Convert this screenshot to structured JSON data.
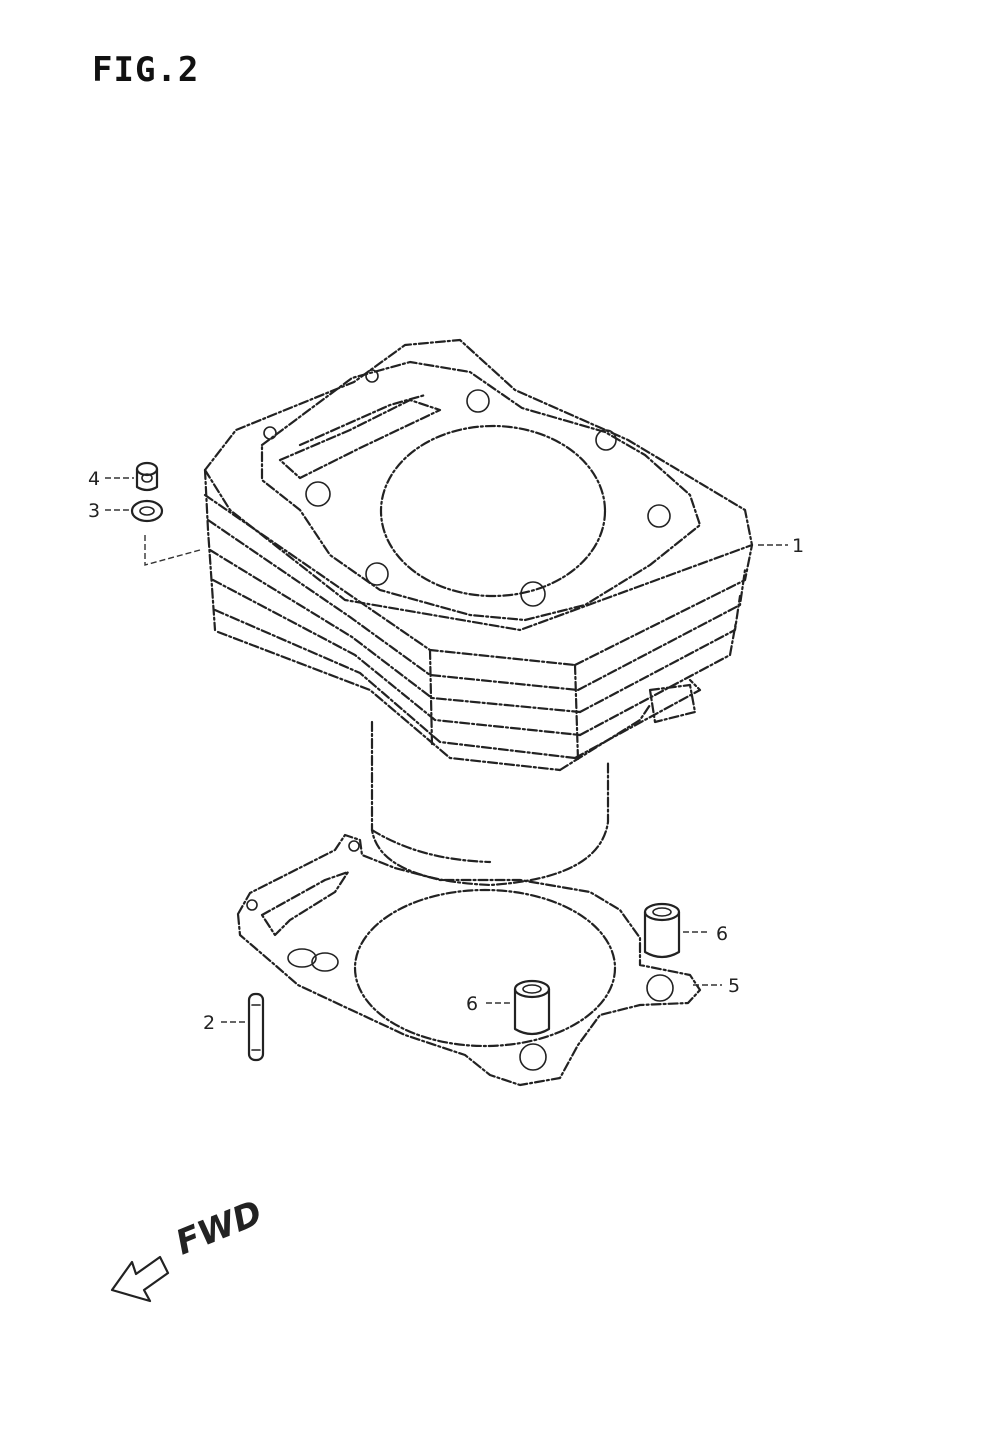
{
  "figure": {
    "title": "FIG.2"
  },
  "callouts": [
    {
      "id": "1",
      "label": "1"
    },
    {
      "id": "2",
      "label": "2"
    },
    {
      "id": "3",
      "label": "3"
    },
    {
      "id": "4",
      "label": "4"
    },
    {
      "id": "5",
      "label": "5"
    },
    {
      "id": "6a",
      "label": "6"
    },
    {
      "id": "6b",
      "label": "6"
    }
  ],
  "direction": {
    "label": "FWD",
    "icon": "arrow-left-icon"
  }
}
